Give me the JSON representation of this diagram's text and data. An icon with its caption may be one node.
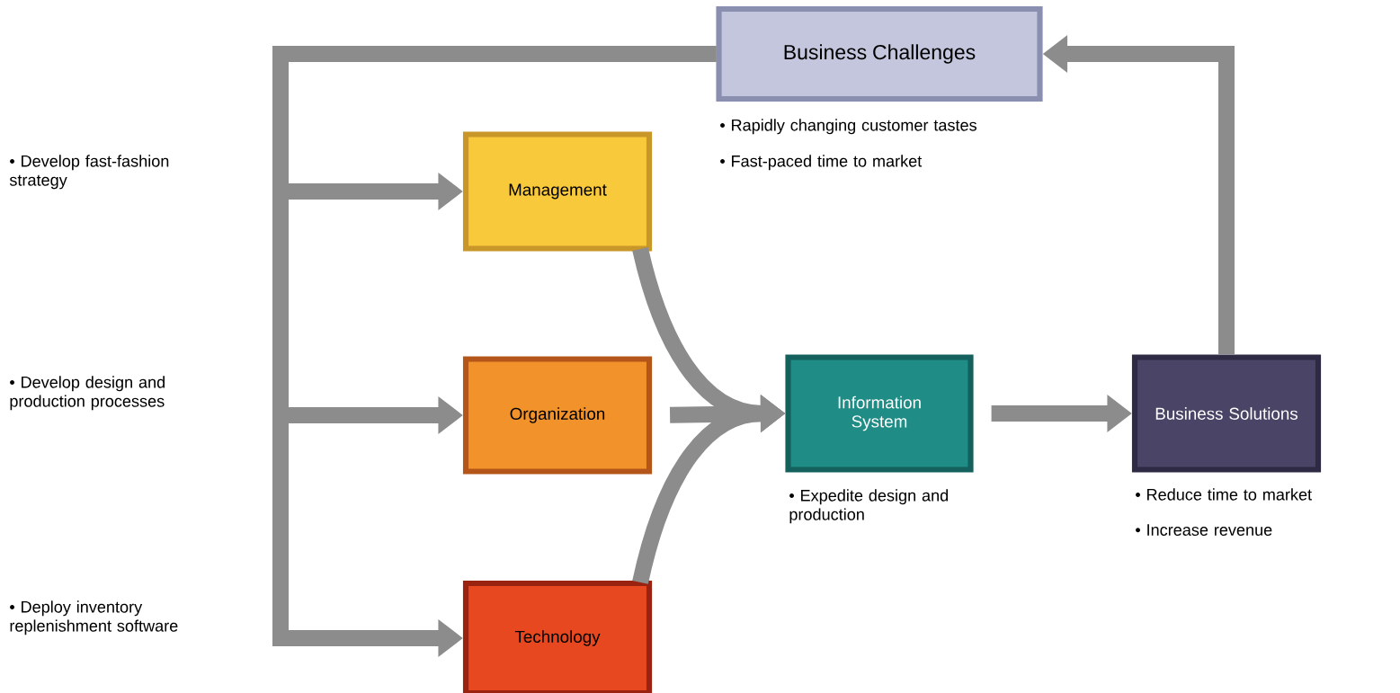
{
  "diagram": {
    "nodes": [
      {
        "text": [
          "Business Challenges"
        ],
        "beside": [
          "• Rapidly changing customer tastes",
          "• Fast-paced time to market"
        ]
      },
      {
        "text": [
          "Management"
        ]
      },
      {
        "text": [
          "Organization"
        ]
      },
      {
        "text": [
          "Technology"
        ]
      },
      {
        "text": [
          "Information System"
        ],
        "beside": [
          "• Expedite design and production"
        ]
      },
      {
        "text": [
          "Business Solutions"
        ],
        "beside": [
          "• Reduce time to market",
          "• Increase revenue"
        ]
      }
    ],
    "edges": [
      {
        "from": 0,
        "to": 1,
        "arrow": "to"
      },
      {
        "from": 0,
        "to": 2,
        "arrow": "to"
      },
      {
        "from": 0,
        "to": 3,
        "arrow": "to"
      },
      {
        "from": 1,
        "to": 4,
        "arrow": "to"
      },
      {
        "from": 2,
        "to": 4,
        "arrow": "to"
      },
      {
        "from": 3,
        "to": 4,
        "arrow": "to"
      },
      {
        "from": 4,
        "to": 5,
        "arrow": "to"
      },
      {
        "from": 5,
        "to": 0,
        "arrow": "to"
      }
    ],
    "labels": [
      "• Develop fast-fashion strategy",
      "• Develop design and production processes",
      "• Deploy inventory replenishment software"
    ]
  }
}
